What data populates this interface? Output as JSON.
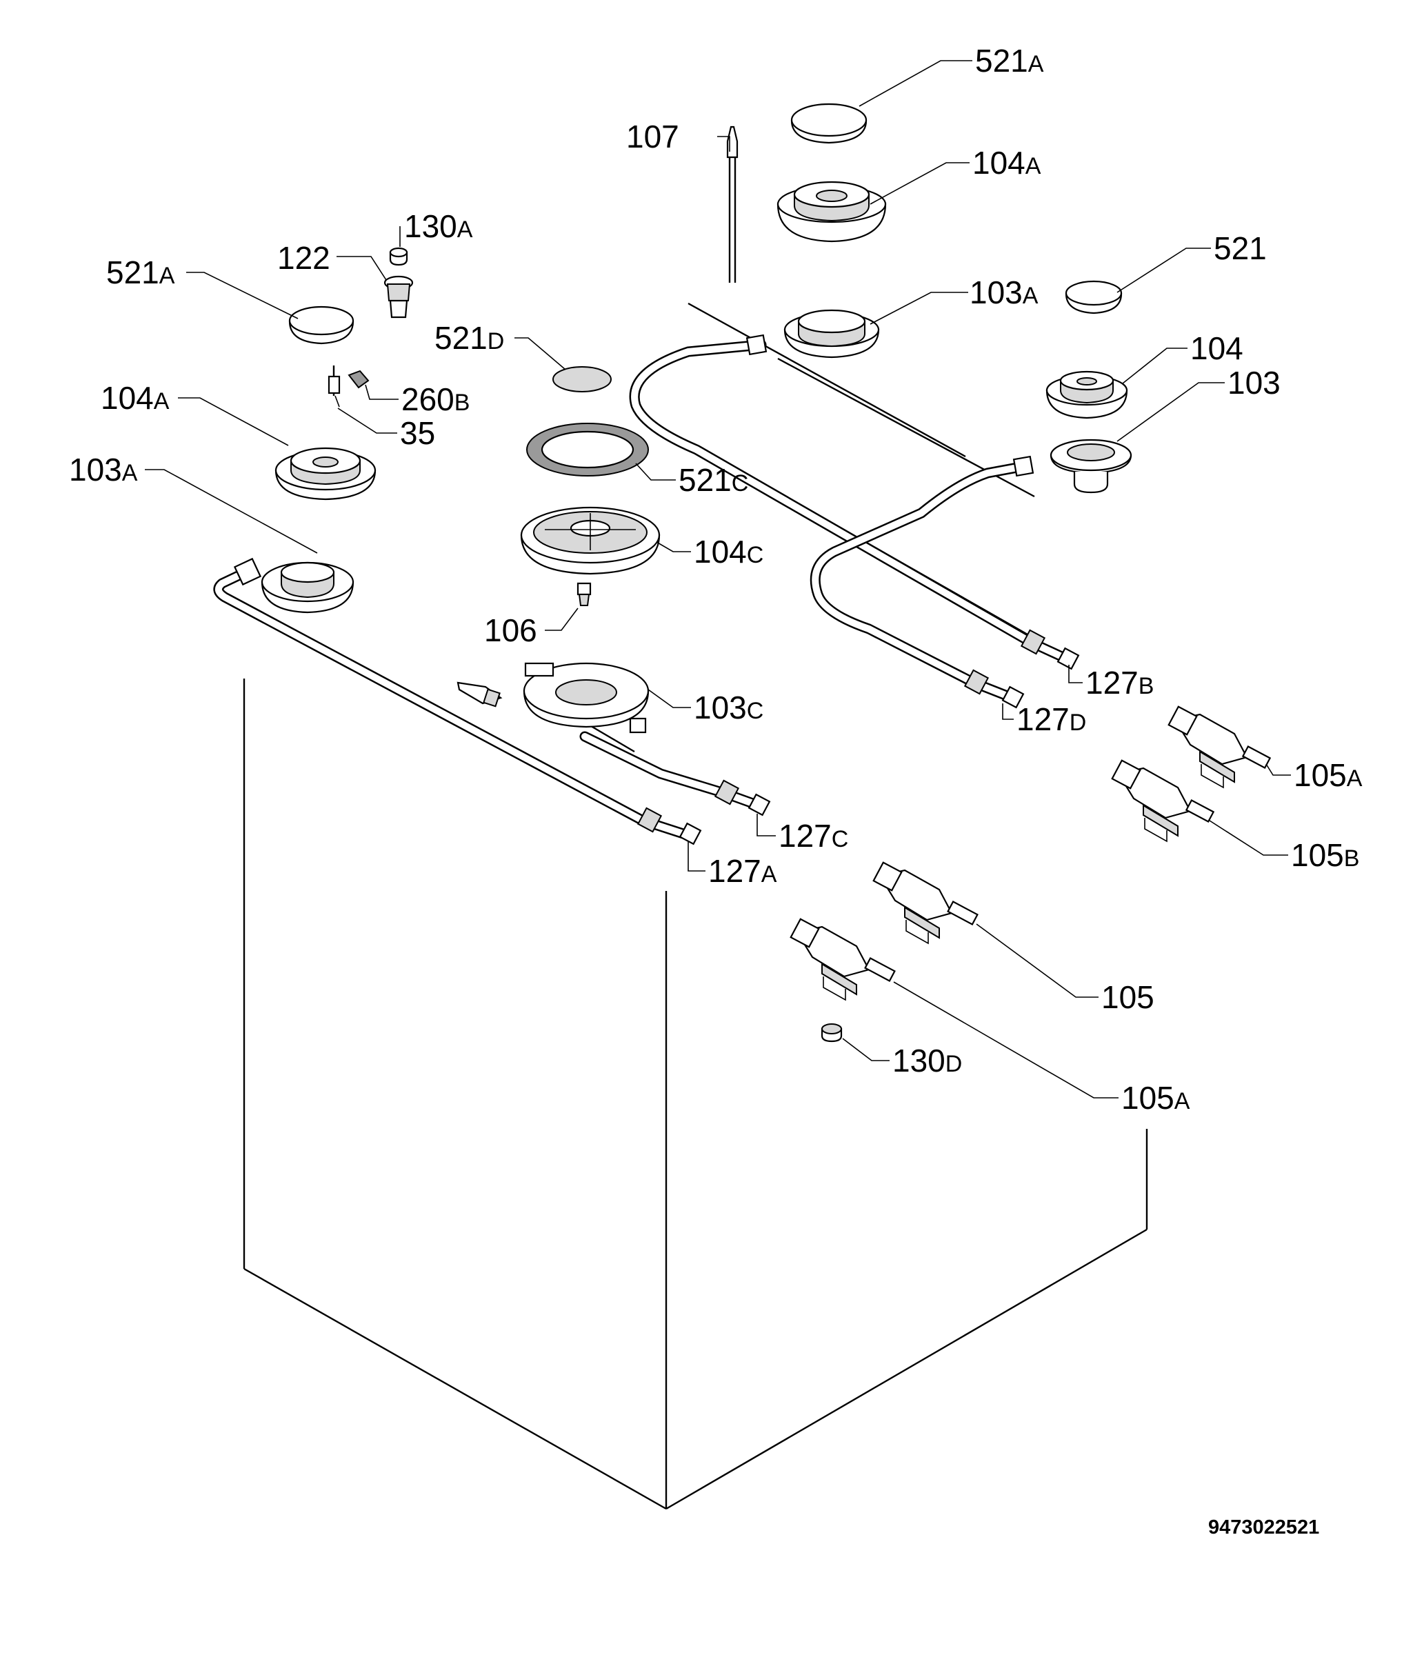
{
  "diagram_code": "9473022521",
  "callouts": [
    {
      "id": "c-521a-top",
      "num": "521",
      "sfx": "A"
    },
    {
      "id": "c-107",
      "num": "107",
      "sfx": ""
    },
    {
      "id": "c-104a-top",
      "num": "104",
      "sfx": "A"
    },
    {
      "id": "c-130a",
      "num": "130",
      "sfx": "A"
    },
    {
      "id": "c-122",
      "num": "122",
      "sfx": ""
    },
    {
      "id": "c-521",
      "num": "521",
      "sfx": ""
    },
    {
      "id": "c-521a-left",
      "num": "521",
      "sfx": "A"
    },
    {
      "id": "c-103a-top",
      "num": "103",
      "sfx": "A"
    },
    {
      "id": "c-521d",
      "num": "521",
      "sfx": "D"
    },
    {
      "id": "c-104",
      "num": "104",
      "sfx": ""
    },
    {
      "id": "c-104a-left",
      "num": "104",
      "sfx": "A"
    },
    {
      "id": "c-260b",
      "num": "260",
      "sfx": "B"
    },
    {
      "id": "c-103",
      "num": "103",
      "sfx": ""
    },
    {
      "id": "c-35",
      "num": "35",
      "sfx": ""
    },
    {
      "id": "c-103a-left",
      "num": "103",
      "sfx": "A"
    },
    {
      "id": "c-521c",
      "num": "521",
      "sfx": "C"
    },
    {
      "id": "c-104c",
      "num": "104",
      "sfx": "C"
    },
    {
      "id": "c-106",
      "num": "106",
      "sfx": ""
    },
    {
      "id": "c-127b",
      "num": "127",
      "sfx": "B"
    },
    {
      "id": "c-103c",
      "num": "103",
      "sfx": "C"
    },
    {
      "id": "c-127d",
      "num": "127",
      "sfx": "D"
    },
    {
      "id": "c-105a-right",
      "num": "105",
      "sfx": "A"
    },
    {
      "id": "c-127c",
      "num": "127",
      "sfx": "C"
    },
    {
      "id": "c-105b",
      "num": "105",
      "sfx": "B"
    },
    {
      "id": "c-127a",
      "num": "127",
      "sfx": "A"
    },
    {
      "id": "c-105",
      "num": "105",
      "sfx": ""
    },
    {
      "id": "c-130d",
      "num": "130",
      "sfx": "D"
    },
    {
      "id": "c-105a-bottom",
      "num": "105",
      "sfx": "A"
    }
  ]
}
